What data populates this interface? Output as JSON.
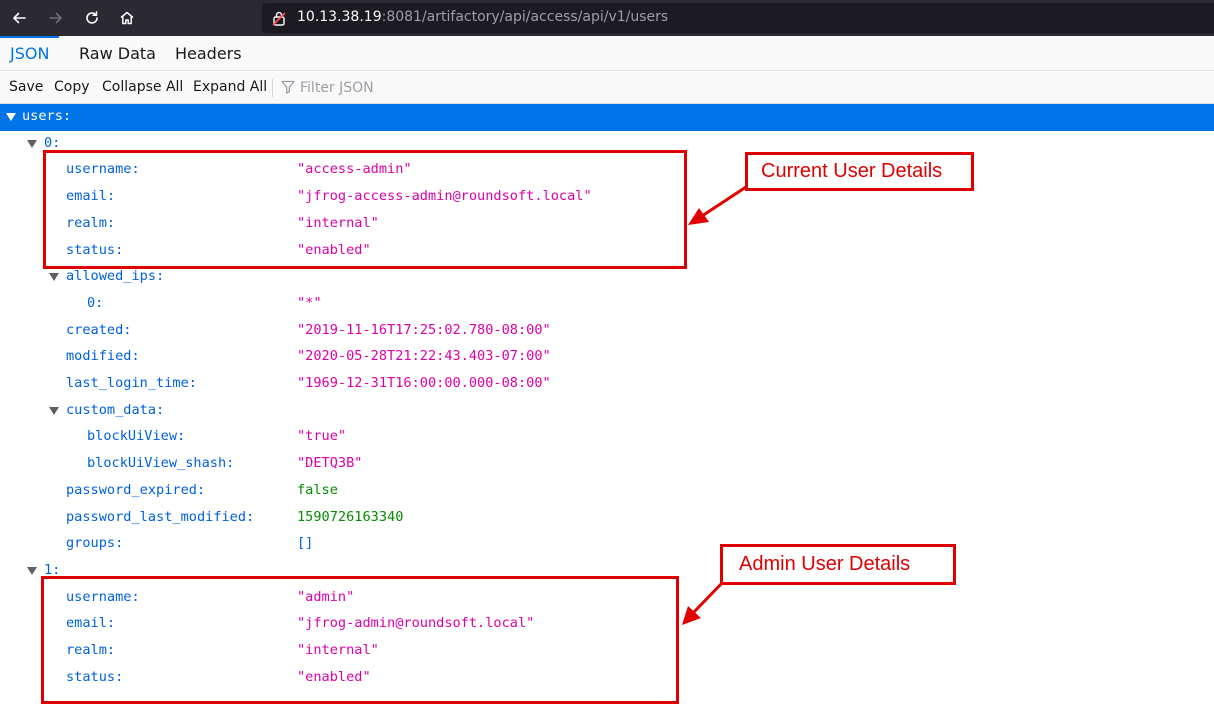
{
  "browser": {
    "url_host": "10.13.38.19",
    "url_rest": ":8081/artifactory/api/access/api/v1/users"
  },
  "viewer": {
    "tabs": [
      "JSON",
      "Raw Data",
      "Headers"
    ],
    "toolbar": {
      "save": "Save",
      "copy": "Copy",
      "collapse_all": "Collapse All",
      "expand_all": "Expand All",
      "filter_placeholder": "Filter JSON"
    }
  },
  "tree": [
    {
      "key": "users:",
      "type": "object"
    },
    {
      "key": "0:",
      "type": "object"
    },
    {
      "key": "username:",
      "value": "\"access-admin\"",
      "type": "str"
    },
    {
      "key": "email:",
      "value": "\"jfrog-access-admin@roundsoft.local\"",
      "type": "str"
    },
    {
      "key": "realm:",
      "value": "\"internal\"",
      "type": "str"
    },
    {
      "key": "status:",
      "value": "\"enabled\"",
      "type": "str"
    },
    {
      "key": "allowed_ips:",
      "type": "object"
    },
    {
      "key": "0:",
      "value": "\"*\"",
      "type": "str"
    },
    {
      "key": "created:",
      "value": "\"2019-11-16T17:25:02.780-08:00\"",
      "type": "str"
    },
    {
      "key": "modified:",
      "value": "\"2020-05-28T21:22:43.403-07:00\"",
      "type": "str"
    },
    {
      "key": "last_login_time:",
      "value": "\"1969-12-31T16:00:00.000-08:00\"",
      "type": "str"
    },
    {
      "key": "custom_data:",
      "type": "object"
    },
    {
      "key": "blockUiView:",
      "value": "\"true\"",
      "type": "str"
    },
    {
      "key": "blockUiView_shash:",
      "value": "\"DETQ3B\"",
      "type": "str"
    },
    {
      "key": "password_expired:",
      "value": "false",
      "type": "bool"
    },
    {
      "key": "password_last_modified:",
      "value": "1590726163340",
      "type": "num"
    },
    {
      "key": "groups:",
      "value": "[]",
      "type": "arr"
    },
    {
      "key": "1:",
      "type": "object"
    },
    {
      "key": "username:",
      "value": "\"admin\"",
      "type": "str"
    },
    {
      "key": "email:",
      "value": "\"jfrog-admin@roundsoft.local\"",
      "type": "str"
    },
    {
      "key": "realm:",
      "value": "\"internal\"",
      "type": "str"
    },
    {
      "key": "status:",
      "value": "\"enabled\"",
      "type": "str"
    }
  ],
  "annotations": {
    "current_user": "Current User Details",
    "admin_user": "Admin User Details",
    "color": "#e00000"
  },
  "colors": {
    "accent": "#0074e8",
    "key": "#0061e0",
    "string": "#dd00a9",
    "number": "#058b00"
  }
}
